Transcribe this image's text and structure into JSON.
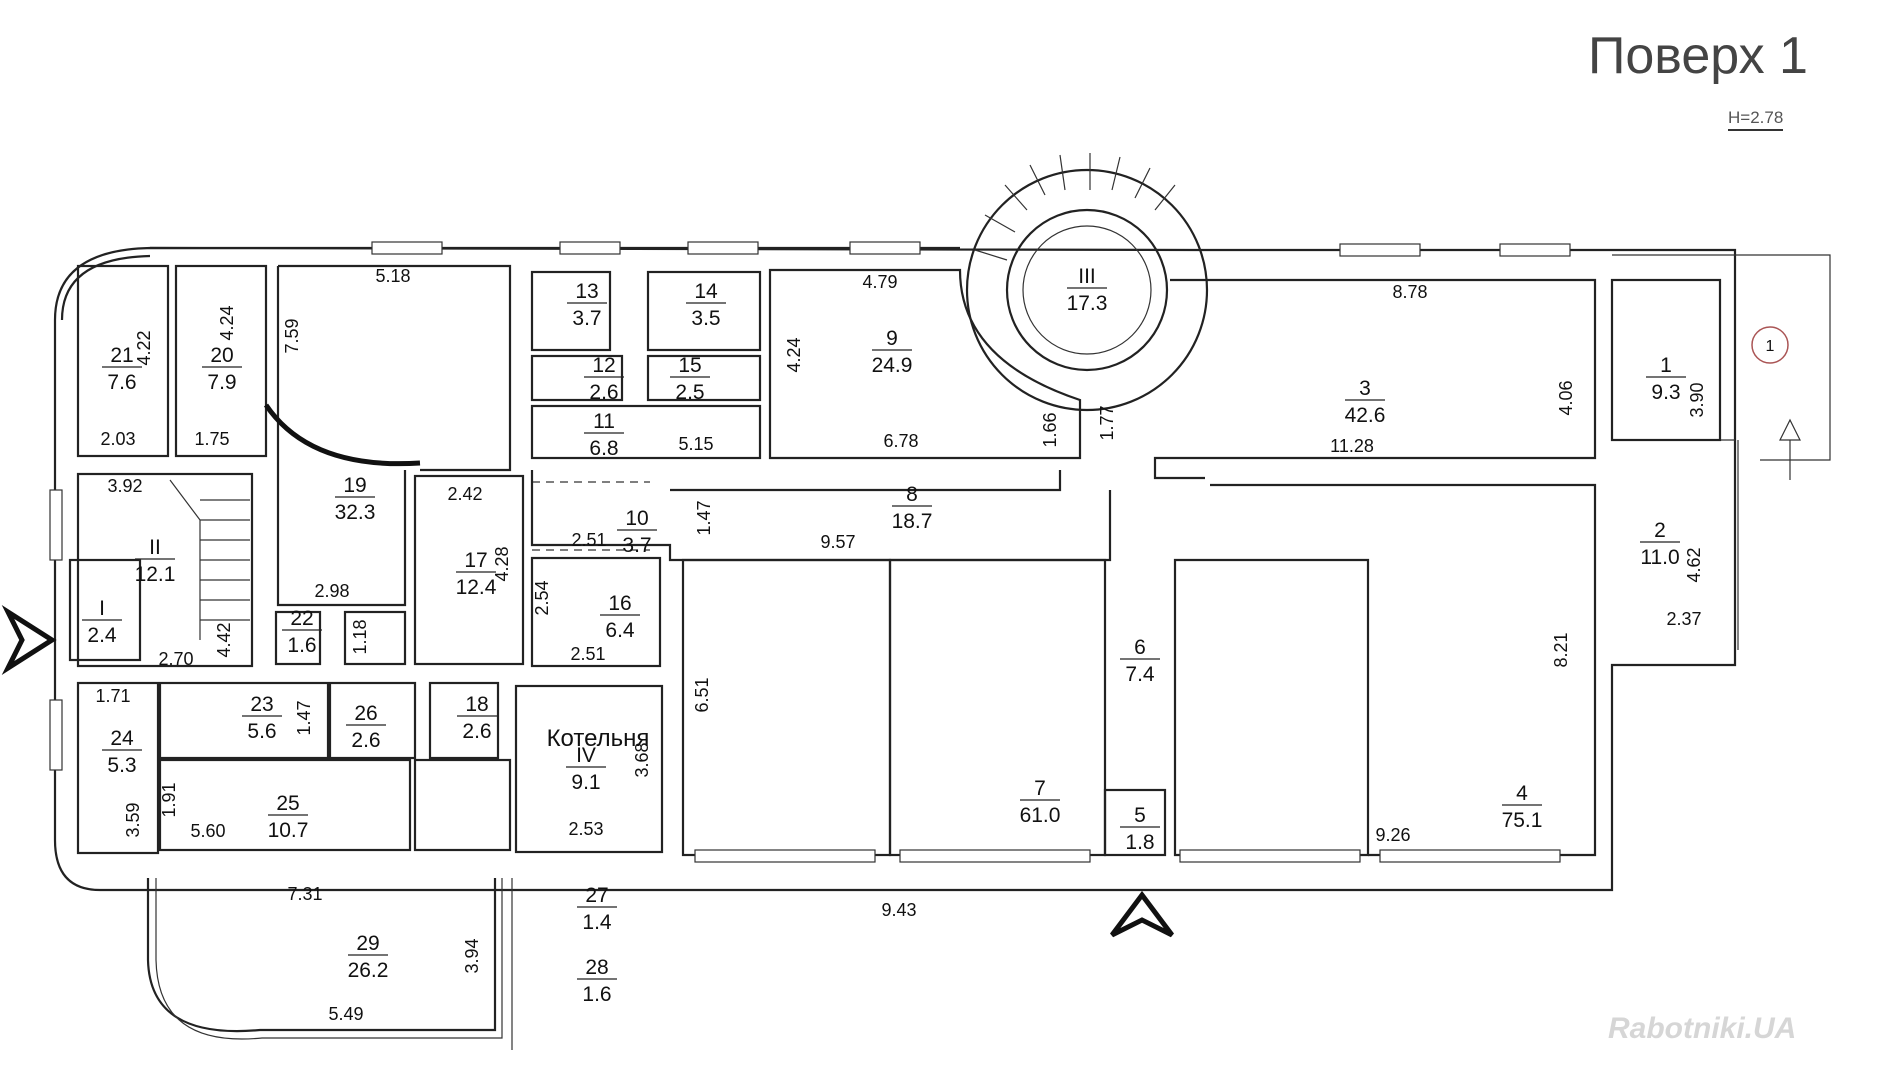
{
  "title": "Поверх 1",
  "height_tag": "H=2.78",
  "watermark": "Rabotniki.UA",
  "marker": "1",
  "rooms": [
    {
      "num": "21",
      "area": "7.6"
    },
    {
      "num": "20",
      "area": "7.9"
    },
    {
      "num": "19",
      "area": "32.3"
    },
    {
      "num": "13",
      "area": "3.7"
    },
    {
      "num": "14",
      "area": "3.5"
    },
    {
      "num": "12",
      "area": "2.6"
    },
    {
      "num": "15",
      "area": "2.5"
    },
    {
      "num": "11",
      "area": "6.8"
    },
    {
      "num": "9",
      "area": "24.9"
    },
    {
      "num": "III",
      "area": "17.3"
    },
    {
      "num": "3",
      "area": "42.6"
    },
    {
      "num": "1",
      "area": "9.3"
    },
    {
      "num": "II",
      "area": "12.1"
    },
    {
      "num": "I",
      "area": "2.4"
    },
    {
      "num": "17",
      "area": "12.4"
    },
    {
      "num": "10",
      "area": "3.7"
    },
    {
      "num": "8",
      "area": "18.7"
    },
    {
      "num": "16",
      "area": "6.4"
    },
    {
      "num": "22",
      "area": "1.6"
    },
    {
      "num": "2",
      "area": "11.0"
    },
    {
      "num": "23",
      "area": "5.6"
    },
    {
      "num": "26",
      "area": "2.6"
    },
    {
      "num": "18",
      "area": "2.6"
    },
    {
      "num": "24",
      "area": "5.3"
    },
    {
      "num": "IV",
      "area": "9.1"
    },
    {
      "num": "6",
      "area": "7.4"
    },
    {
      "num": "25",
      "area": "10.7"
    },
    {
      "num": "7",
      "area": "61.0"
    },
    {
      "num": "4",
      "area": "75.1"
    },
    {
      "num": "5",
      "area": "1.8"
    },
    {
      "num": "27",
      "area": "1.4"
    },
    {
      "num": "28",
      "area": "1.6"
    },
    {
      "num": "29",
      "area": "26.2"
    }
  ],
  "boiler_label": "Котельня",
  "dimensions": [
    "5.18",
    "4.79",
    "8.78",
    "4.22",
    "4.24",
    "7.59",
    "2.03",
    "1.75",
    "5.15",
    "4.24",
    "6.78",
    "1.66",
    "1.77",
    "11.28",
    "4.06",
    "3.90",
    "3.92",
    "2.42",
    "1.47",
    "9.57",
    "4.28",
    "2.51",
    "2.98",
    "2.54",
    "2.51",
    "2.70",
    "4.42",
    "1.18",
    "6.51",
    "4.62",
    "2.37",
    "8.21",
    "1.71",
    "1.47",
    "3.68",
    "3.59",
    "1.91",
    "5.60",
    "2.53",
    "9.26",
    "7.31",
    "9.43",
    "3.94",
    "5.49"
  ]
}
